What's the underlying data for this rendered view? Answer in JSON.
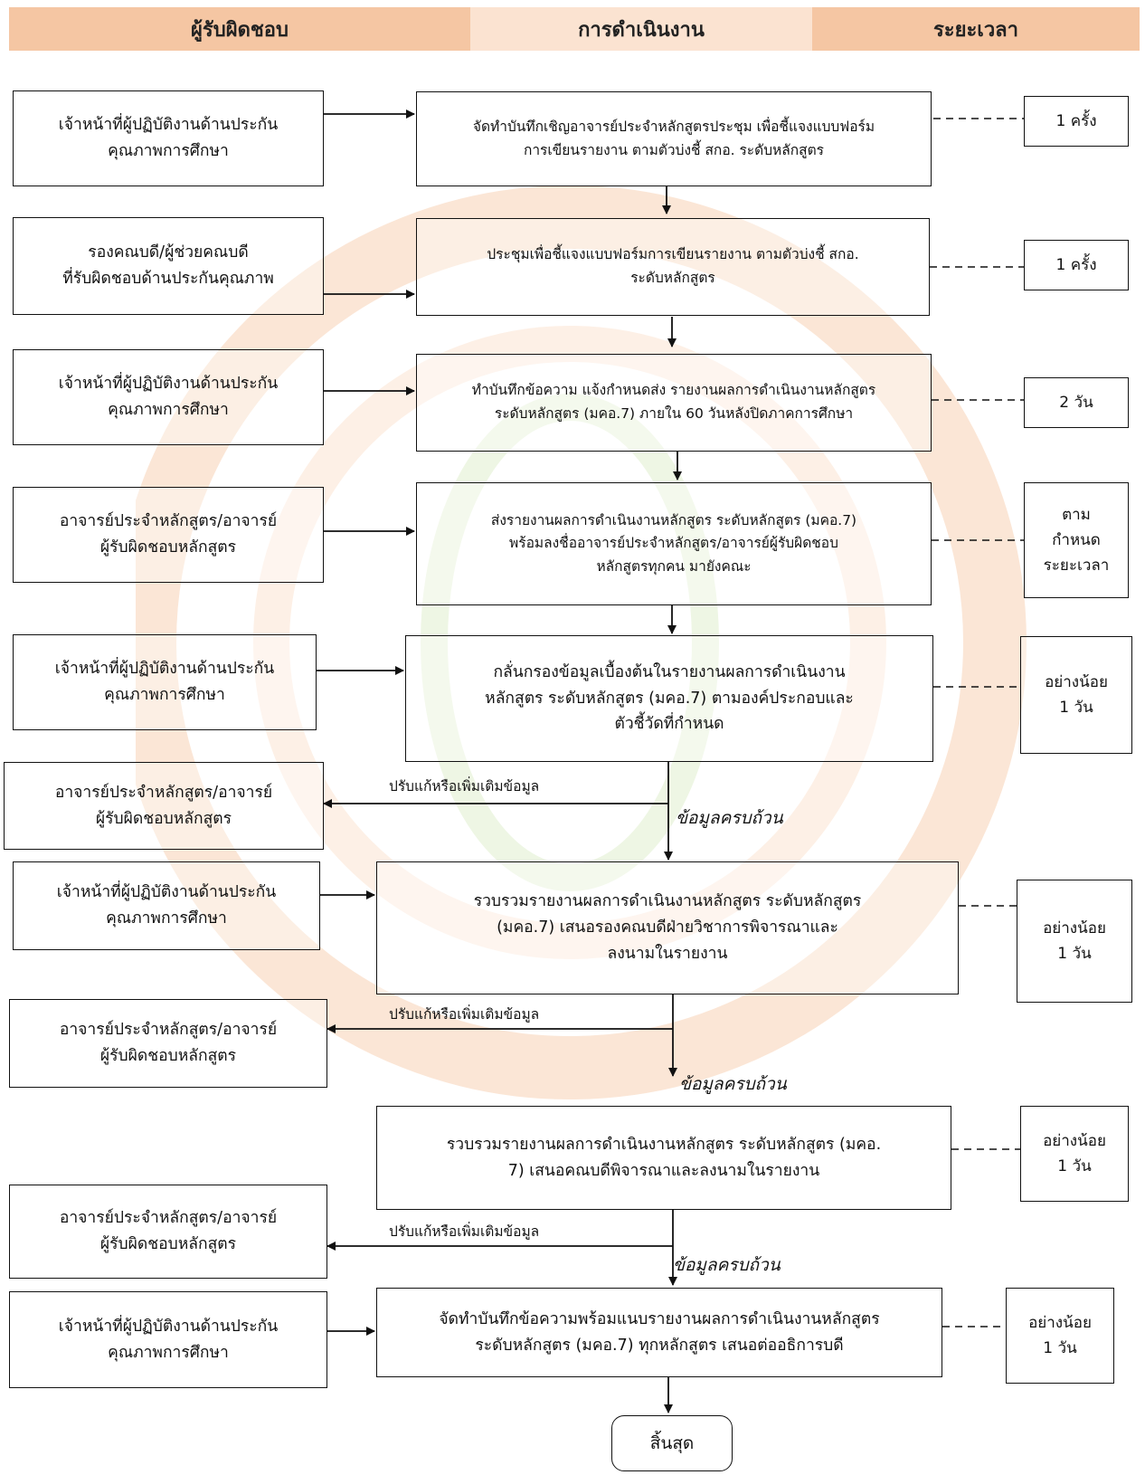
{
  "headers": {
    "responsible": "ผู้รับผิดชอบ",
    "operation": "การดำเนินงาน",
    "duration": "ระยะเวลา"
  },
  "steps": [
    {
      "responsible": "เจ้าหน้าที่ผู้ปฏิบัติงานด้านประกัน\nคุณภาพการศึกษา",
      "action": "จัดทำบันทึกเชิญอาจารย์ประจำหลักสูตรประชุม เพื่อชี้แจงแบบฟอร์ม\nการเขียนรายงาน ตามตัวบ่งชี้ สกอ. ระดับหลักสูตร",
      "duration": "1 ครั้ง"
    },
    {
      "responsible": "รองคณบดี/ผู้ช่วยคณบดี\nที่รับผิดชอบด้านประกันคุณภาพ",
      "action": "ประชุมเพื่อชี้แจงแบบฟอร์มการเขียนรายงาน ตามตัวบ่งชี้ สกอ.\nระดับหลักสูตร",
      "duration": "1 ครั้ง"
    },
    {
      "responsible": "เจ้าหน้าที่ผู้ปฏิบัติงานด้านประกัน\nคุณภาพการศึกษา",
      "action": "ทำบันทึกข้อความ แจ้งกำหนดส่ง รายงานผลการดำเนินงานหลักสูตร\nระดับหลักสูตร (มคอ.7) ภายใน 60 วันหลังปิดภาคการศึกษา",
      "duration": "2 วัน"
    },
    {
      "responsible": "อาจารย์ประจำหลักสูตร/อาจารย์\nผู้รับผิดชอบหลักสูตร",
      "action": "ส่งรายงานผลการดำเนินงานหลักสูตร ระดับหลักสูตร (มคอ.7)\nพร้อมลงชื่ออาจารย์ประจำหลักสูตร/อาจารย์ผู้รับผิดชอบ\nหลักสูตรทุกคน มายังคณะ",
      "duration": "ตาม\nกำหนด\nระยะเวลา"
    },
    {
      "responsible": "เจ้าหน้าที่ผู้ปฏิบัติงานด้านประกัน\nคุณภาพการศึกษา",
      "action": "กลั่นกรองข้อมูลเบื้องต้นในรายงานผลการดำเนินงาน\nหลักสูตร ระดับหลักสูตร (มคอ.7) ตามองค์ประกอบและ\nตัวชี้วัดที่กำหนด",
      "duration": "อย่างน้อย\n1 วัน"
    },
    {
      "responsible": "เจ้าหน้าที่ผู้ปฏิบัติงานด้านประกัน\nคุณภาพการศึกษา",
      "action": "รวบรวมรายงานผลการดำเนินงานหลักสูตร ระดับหลักสูตร\n(มคอ.7)  เสนอรองคณบดีฝ่ายวิชาการพิจารณาและ\nลงนามในรายงาน",
      "duration": "อย่างน้อย\n1 วัน"
    },
    {
      "action": "รวบรวมรายงานผลการดำเนินงานหลักสูตร ระดับหลักสูตร (มคอ.\n7)  เสนอคณบดีพิจารณาและลงนามในรายงาน",
      "duration": "อย่างน้อย\n1 วัน"
    },
    {
      "responsible": "เจ้าหน้าที่ผู้ปฏิบัติงานด้านประกัน\nคุณภาพการศึกษา",
      "action": "จัดทำบันทึกข้อความพร้อมแนบรายงานผลการดำเนินงานหลักสูตร\nระดับหลักสูตร (มคอ.7) ทุกหลักสูตร เสนอต่ออธิการบดี",
      "duration": "อย่างน้อย\n1 วัน"
    }
  ],
  "feedback": [
    {
      "responsible": "อาจารย์ประจำหลักสูตร/อาจารย์\nผู้รับผิดชอบหลักสูตร",
      "label": "ปรับแก้หรือเพิ่มเติมข้อมูล",
      "ok_label": "ข้อมูลครบถ้วน"
    },
    {
      "responsible": "อาจารย์ประจำหลักสูตร/อาจารย์\nผู้รับผิดชอบหลักสูตร",
      "label": "ปรับแก้หรือเพิ่มเติมข้อมูล",
      "ok_label": "ข้อมูลครบถ้วน"
    },
    {
      "responsible": "อาจารย์ประจำหลักสูตร/อาจารย์\nผู้รับผิดชอบหลักสูตร",
      "label": "ปรับแก้หรือเพิ่มเติมข้อมูล",
      "ok_label": "ข้อมูลครบถ้วน"
    }
  ],
  "end_label": "สิ้นสุด",
  "colors": {
    "header_dark": "#f5c6a3",
    "header_light": "#fbe3d1",
    "watermark": "#f3c9a8",
    "line": "#111111"
  }
}
